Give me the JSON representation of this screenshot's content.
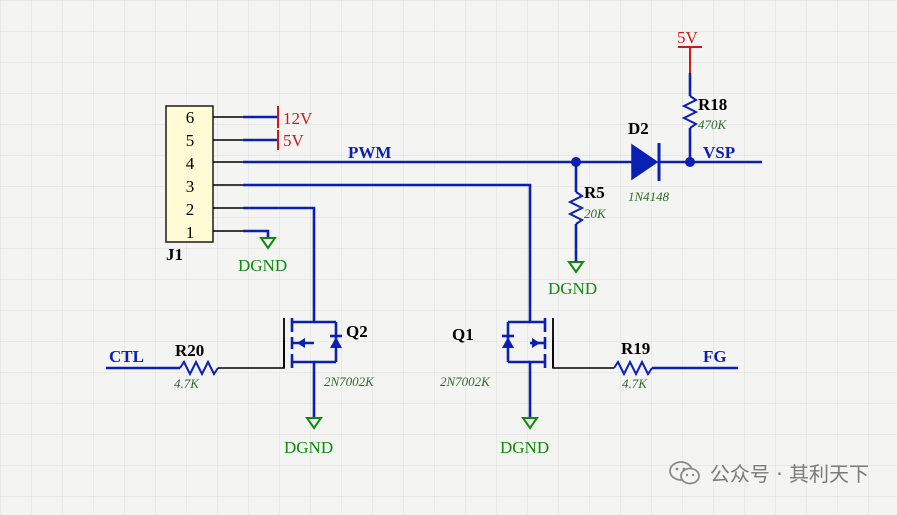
{
  "connector": {
    "designator": "J1",
    "pins": [
      "6",
      "5",
      "4",
      "3",
      "2",
      "1"
    ]
  },
  "power": {
    "v12": "12V",
    "v5_j1": "5V",
    "v5_top": "5V"
  },
  "nets": {
    "pwm": "PWM",
    "vsp": "VSP",
    "ctl": "CTL",
    "fg": "FG"
  },
  "components": {
    "d2": {
      "ref": "D2",
      "value": "1N4148"
    },
    "r18": {
      "ref": "R18",
      "value": "470K"
    },
    "r5": {
      "ref": "R5",
      "value": "20K"
    },
    "r20": {
      "ref": "R20",
      "value": "4.7K"
    },
    "r19": {
      "ref": "R19",
      "value": "4.7K"
    },
    "q2": {
      "ref": "Q2",
      "value": "2N7002K"
    },
    "q1": {
      "ref": "Q1",
      "value": "2N7002K"
    }
  },
  "ground": {
    "label": "DGND"
  },
  "watermark": {
    "text": "公众号 · 其利天下",
    "icon": "wechat-icon"
  },
  "colors": {
    "wire": "#0a1fb4",
    "ground": "#0d8a0d",
    "power": "#cc1a1a",
    "component": "#000000"
  }
}
